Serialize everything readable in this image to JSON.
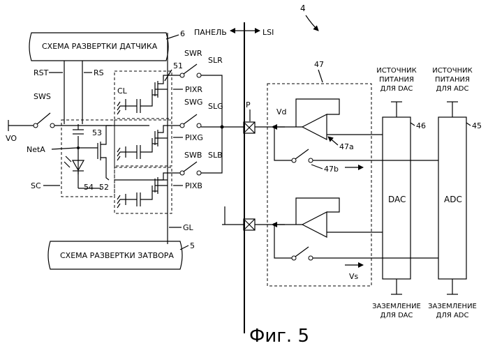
{
  "diagram": {
    "ref_number": "4",
    "sensor_scan_box": "СХЕМА РАЗВЕРТКИ ДАТЧИКА",
    "sensor_scan_ref": "6",
    "gate_scan_box": "СХЕМА РАЗВЕРТКИ ЗАТВОРА",
    "gate_scan_ref": "5",
    "panel": "ПАНЕЛЬ",
    "lsi": "LSI",
    "rst": "RST",
    "rs": "RS",
    "sws": "SWS",
    "vo": "VO",
    "neta": "NetA",
    "sc": "SC",
    "n53": "53",
    "n54": "54",
    "n52": "52",
    "n51": "51",
    "cl": "CL",
    "swr": "SWR",
    "slr": "SLR",
    "pixr": "PIXR",
    "swg": "SWG",
    "slg": "SLG",
    "pixg": "PIXG",
    "swb": "SWB",
    "slb": "SLB",
    "pixb": "PIXB",
    "gl": "GL",
    "p": "P",
    "vd": "Vd",
    "vs": "Vs",
    "n47": "47",
    "n47a": "47a",
    "n47b": "47b",
    "n46": "46",
    "n45": "45",
    "dac": "DAC",
    "adc": "ADC",
    "dac_supply": [
      "ИСТОЧНИК",
      "ПИТАНИЯ",
      "ДЛЯ DAC"
    ],
    "adc_supply": [
      "ИСТОЧНИК",
      "ПИТАНИЯ",
      "ДЛЯ ADC"
    ],
    "dac_ground": [
      "ЗАЗЕМЛЕНИЕ",
      "ДЛЯ DAC"
    ],
    "adc_ground": [
      "ЗАЗЕМЛЕНИЕ",
      "ДЛЯ ADC"
    ],
    "caption": "Фиг. 5"
  }
}
